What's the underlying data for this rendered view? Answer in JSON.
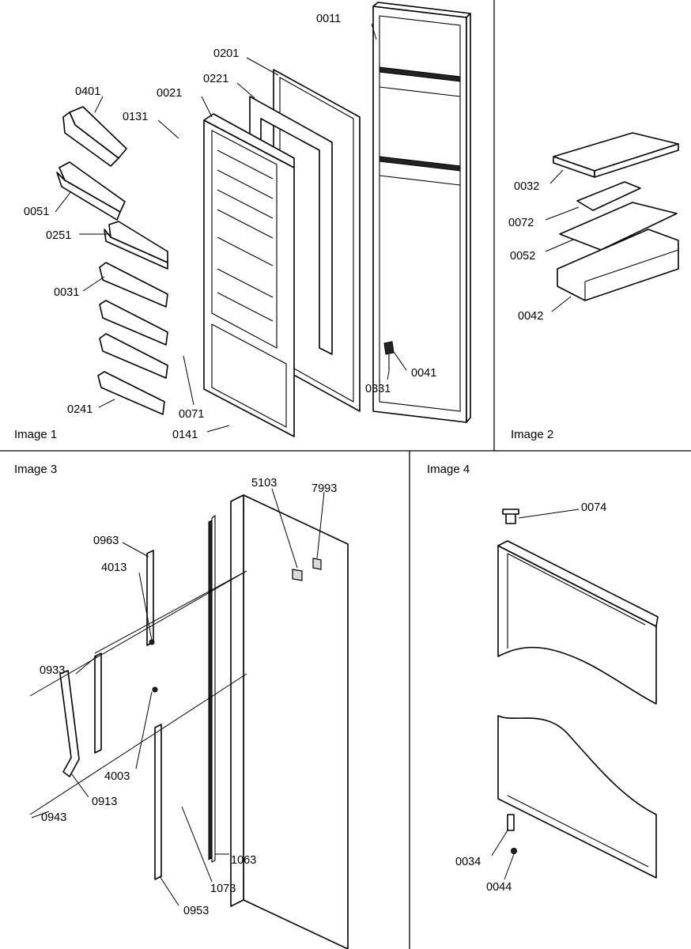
{
  "panels": [
    {
      "id": "image-1",
      "title": "Image 1"
    },
    {
      "id": "image-2",
      "title": "Image 2"
    },
    {
      "id": "image-3",
      "title": "Image 3"
    },
    {
      "id": "image-4",
      "title": "Image 4"
    }
  ],
  "image1": {
    "labels": [
      "0011",
      "0201",
      "0221",
      "0021",
      "0401",
      "0131",
      "0051",
      "0251",
      "0031",
      "0071",
      "0241",
      "0141",
      "0331",
      "0041"
    ]
  },
  "image2": {
    "labels": [
      "0032",
      "0072",
      "0052",
      "0042"
    ]
  },
  "image3": {
    "labels": [
      "5103",
      "7993",
      "0963",
      "4013",
      "0933",
      "4003",
      "0913",
      "0943",
      "1063",
      "1073",
      "0953"
    ]
  },
  "image4": {
    "labels": [
      "0074",
      "0034",
      "0044"
    ]
  }
}
